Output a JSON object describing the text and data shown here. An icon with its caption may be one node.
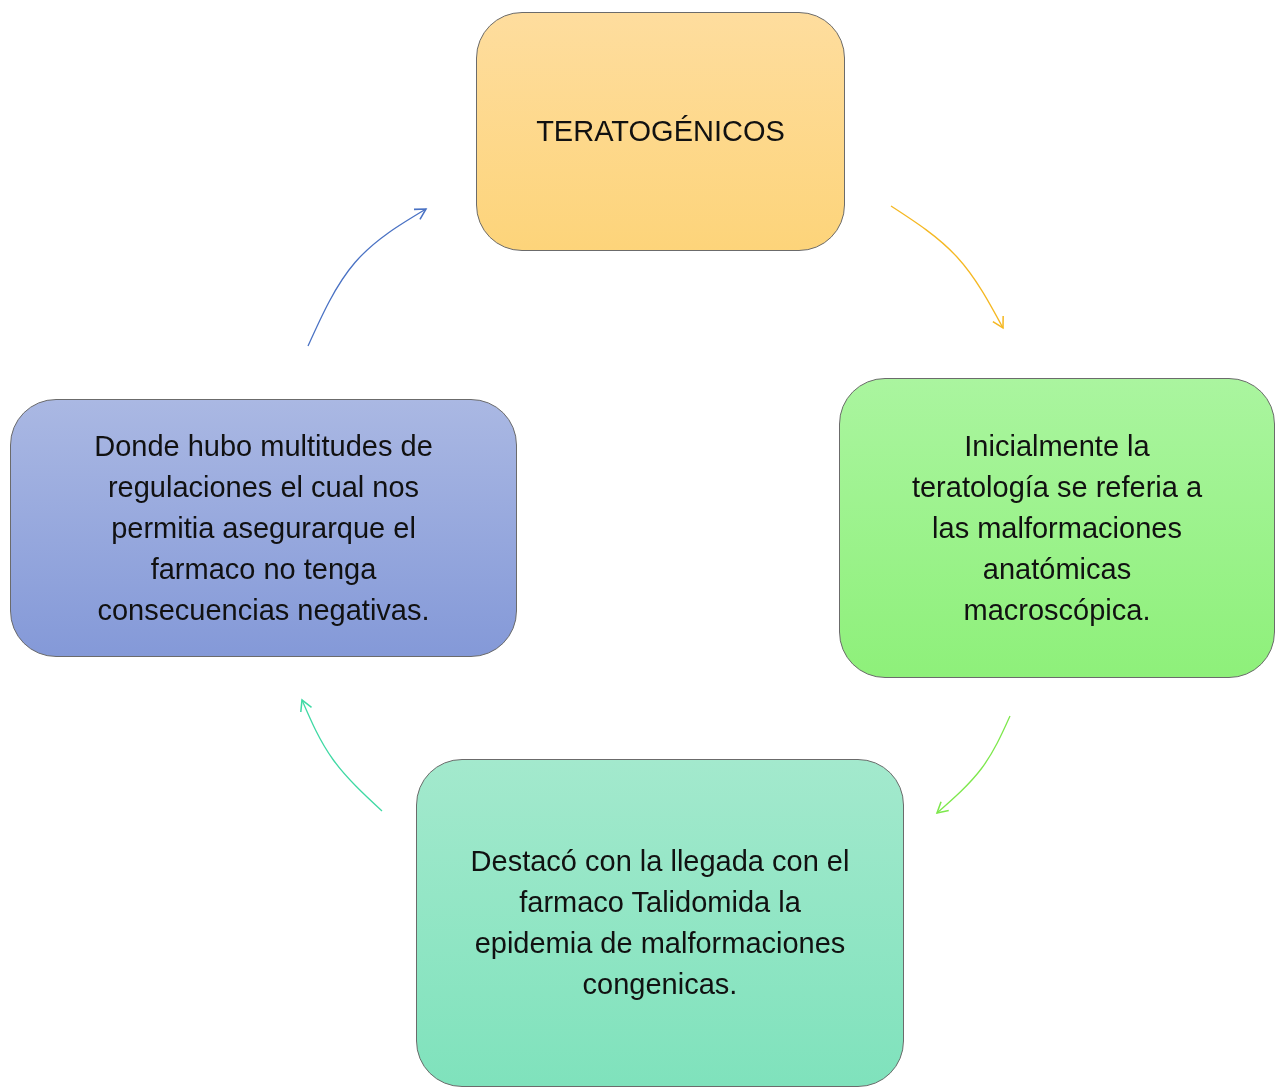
{
  "diagram": {
    "nodes": [
      {
        "text": [
          "TERATOGÉNICOS"
        ]
      },
      {
        "text": [
          "Inicialmente la teratología se referia a las malformaciones anatómicas macroscópica."
        ]
      },
      {
        "text": [
          "Destacó con la llegada con el farmaco Talidomida la epidemia de malformaciones congenicas."
        ]
      },
      {
        "text": [
          "Donde hubo multitudes de regulaciones el cual nos permitia asegurarque el farmaco no tenga consecuencias negativas."
        ]
      }
    ],
    "edges": [
      {
        "from": 0,
        "to": 1,
        "arrow": "to",
        "color": "#f5b822"
      },
      {
        "from": 1,
        "to": 2,
        "arrow": "to",
        "color": "#7de84c"
      },
      {
        "from": 2,
        "to": 3,
        "arrow": "to",
        "color": "#3fd9a4"
      },
      {
        "from": 3,
        "to": 0,
        "arrow": "to",
        "color": "#4a72c4"
      }
    ]
  }
}
